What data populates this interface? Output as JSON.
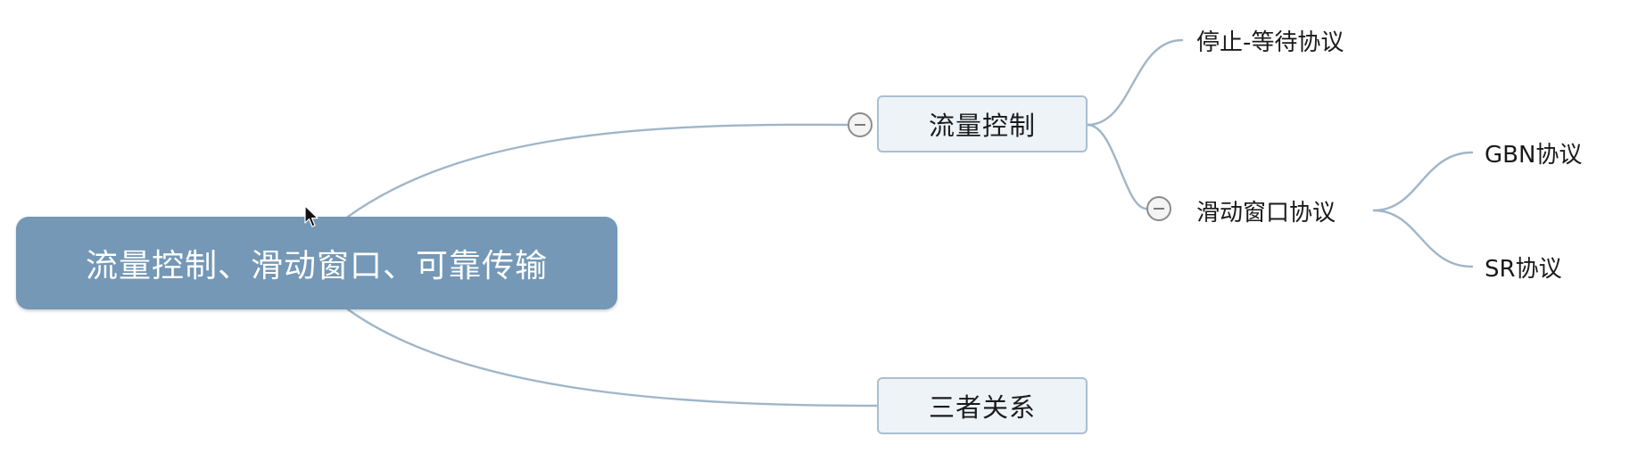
{
  "mindmap": {
    "root": {
      "label": "流量控制、滑动窗口、可靠传输"
    },
    "branches": [
      {
        "label": "流量控制",
        "children": [
          {
            "label": "停止-等待协议"
          },
          {
            "label": "滑动窗口协议",
            "children": [
              {
                "label": "GBN协议"
              },
              {
                "label": "SR协议"
              }
            ]
          }
        ]
      },
      {
        "label": "三者关系"
      }
    ]
  },
  "colors": {
    "root_fill": "#7498b6",
    "branch_fill": "#eef3f8",
    "branch_border": "#a9bfd2",
    "connector": "#9fb6c9"
  },
  "icons": {
    "collapse": "collapse-minus-icon",
    "cursor": "mouse-pointer-icon"
  }
}
